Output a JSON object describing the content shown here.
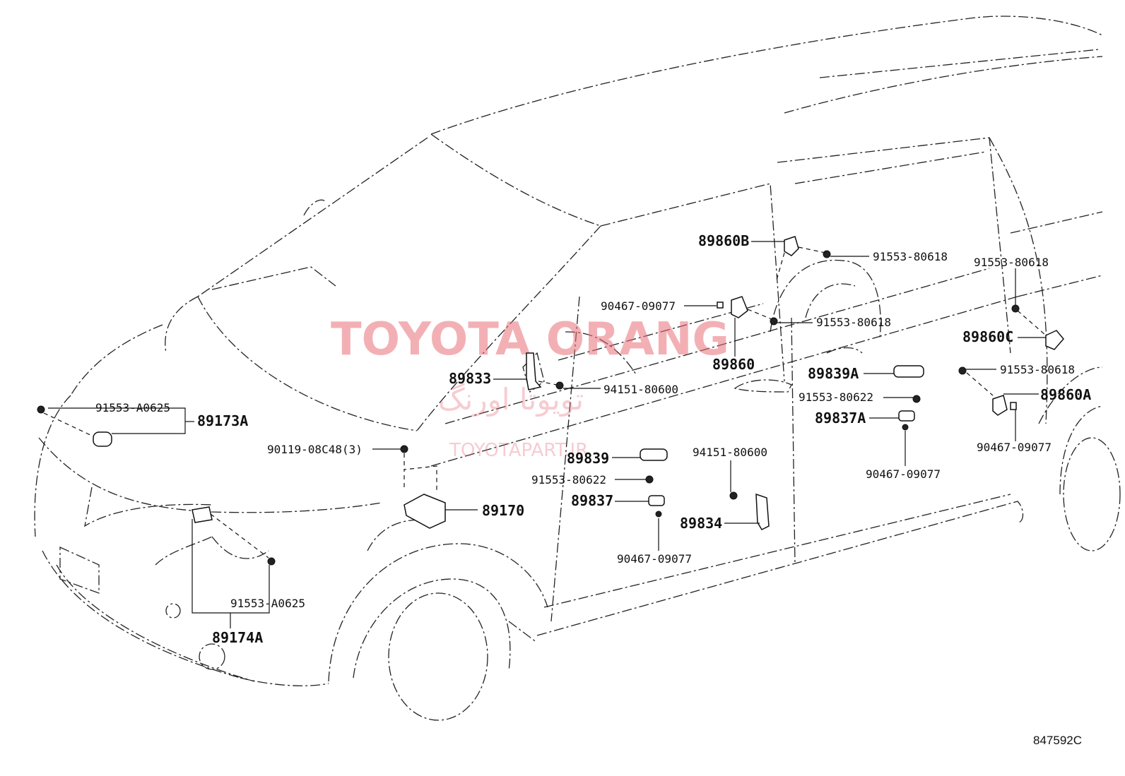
{
  "watermark": {
    "title": "TOYOTA ORANG",
    "persian": "تویوتا اورنگ",
    "site": "TOYOTAPART.IR"
  },
  "reference_code": "847592C",
  "labels": {
    "p89860B": "89860B",
    "p91553_80618_a": "91553-80618",
    "p91553_80618_b": "91553-80618",
    "p91553_80618_c": "91553-80618",
    "p91553_80618_d": "91553-80618",
    "p90467_09077_a": "90467-09077",
    "p90467_09077_b": "90467-09077",
    "p90467_09077_c": "90467-09077",
    "p90467_09077_d": "90467-09077",
    "p89860C": "89860C",
    "p89860": "89860",
    "p89839A": "89839A",
    "p89833": "89833",
    "p94151_80600_a": "94151-80600",
    "p94151_80600_b": "94151-80600",
    "p91553_80622_a": "91553-80622",
    "p91553_80622_b": "91553-80622",
    "p89860A": "89860A",
    "p89837A": "89837A",
    "p91553_A0625_a": "91553-A0625",
    "p91553_A0625_b": "91553-A0625",
    "p89173A": "89173A",
    "p90119": "90119-08C48(3)",
    "p89839": "89839",
    "p89170": "89170",
    "p89837": "89837",
    "p89834": "89834",
    "p89174A": "89174A"
  }
}
